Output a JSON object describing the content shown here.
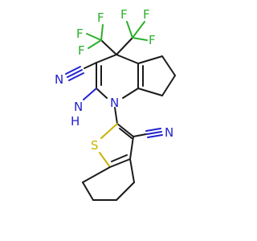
{
  "structure": {
    "atom_labels": {
      "F": "F",
      "N": "N",
      "H": "H",
      "S": "S"
    },
    "colors": {
      "bond": "#1a1a1a",
      "fluorine": "#2bb02b",
      "nitrogen": "#2222cc",
      "sulfur": "#c9b300",
      "background": "#ffffff"
    }
  }
}
